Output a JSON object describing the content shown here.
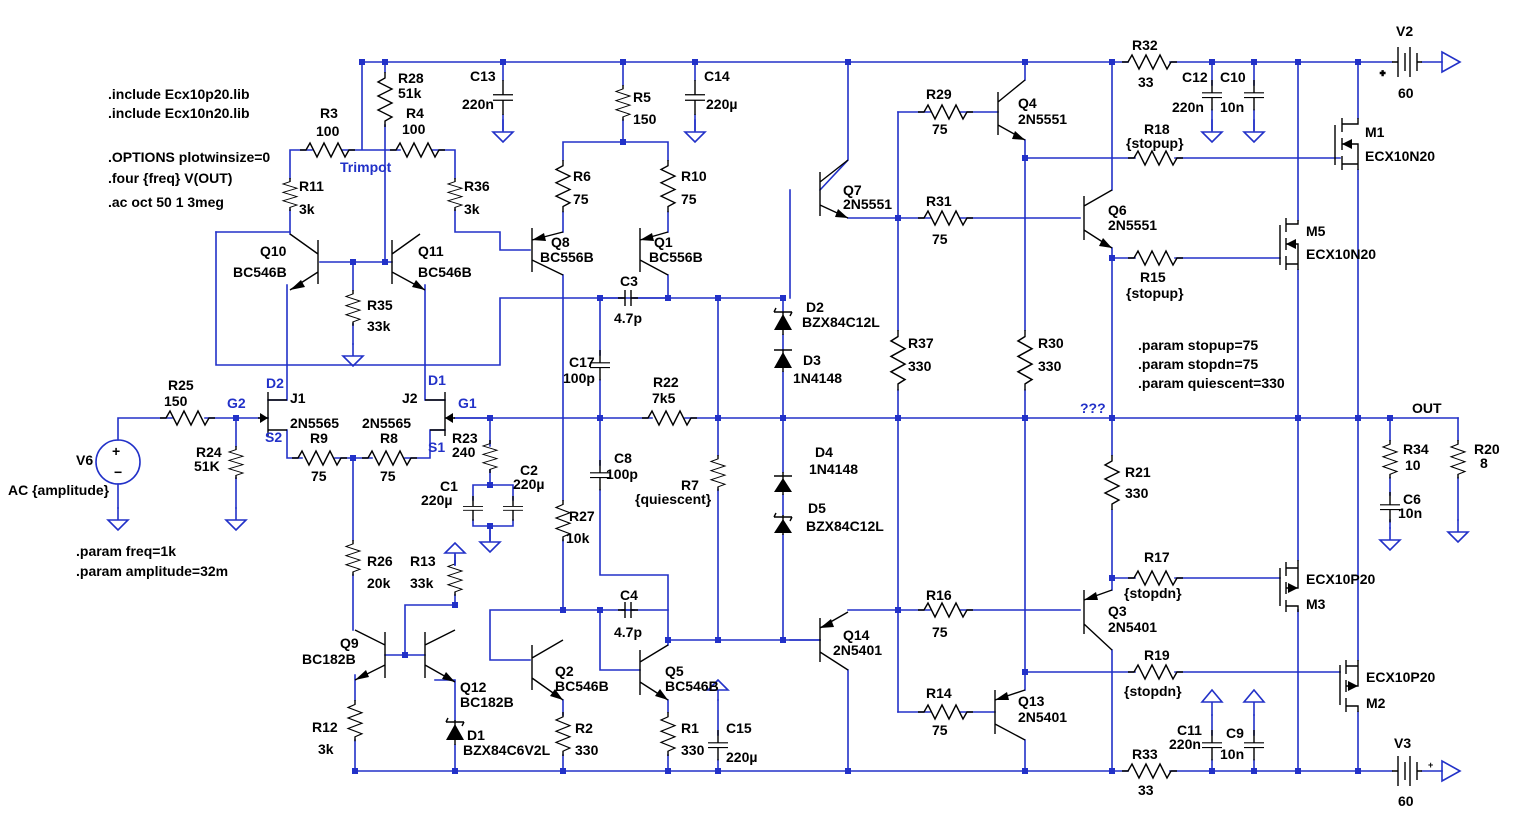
{
  "directives": {
    "include1": ".include Ecx10p20.lib",
    "include2": ".include Ecx10n20.lib",
    "options": ".OPTIONS plotwinsize=0",
    "four": ".four {freq} V(OUT)",
    "ac": ".ac oct 50 1 3meg",
    "param_freq": ".param freq=1k",
    "param_amp": ".param amplitude=32m",
    "param_stopup": ".param stopup=75",
    "param_stopdn": ".param stopdn=75",
    "param_quiescent": ".param quiescent=330"
  },
  "nets": {
    "trimpot": "Trimpot",
    "d2": "D2",
    "d1": "D1",
    "g2": "G2",
    "g1": "G1",
    "s2": "S2",
    "s1": "S1",
    "unknown": "???",
    "out": "OUT"
  },
  "components": {
    "R3": {
      "name": "R3",
      "value": "100"
    },
    "R28": {
      "name": "R28",
      "value": "51k"
    },
    "R4": {
      "name": "R4",
      "value": "100"
    },
    "R11": {
      "name": "R11",
      "value": "3k"
    },
    "R36": {
      "name": "R36",
      "value": "3k"
    },
    "R35": {
      "name": "R35",
      "value": "33k"
    },
    "Q10": {
      "name": "Q10",
      "value": "BC546B"
    },
    "Q11": {
      "name": "Q11",
      "value": "BC546B"
    },
    "C13": {
      "name": "C13",
      "value": "220n"
    },
    "C14": {
      "name": "C14",
      "value": "220µ"
    },
    "R5": {
      "name": "R5",
      "value": "150"
    },
    "R6": {
      "name": "R6",
      "value": "75"
    },
    "R10": {
      "name": "R10",
      "value": "75"
    },
    "Q8": {
      "name": "Q8",
      "value": "BC556B"
    },
    "Q1": {
      "name": "Q1",
      "value": "BC556B"
    },
    "C3": {
      "name": "C3",
      "value": "4.7p"
    },
    "C17": {
      "name": "C17",
      "value": "100p"
    },
    "R22": {
      "name": "R22",
      "value": "7k5"
    },
    "C8": {
      "name": "C8",
      "value": "100p"
    },
    "R7": {
      "name": "R7",
      "value": "{quiescent}"
    },
    "R27": {
      "name": "R27",
      "value": "10k"
    },
    "C4": {
      "name": "C4",
      "value": "4.7p"
    },
    "Q2": {
      "name": "Q2",
      "value": "BC546B"
    },
    "Q5": {
      "name": "Q5",
      "value": "BC546B"
    },
    "R2": {
      "name": "R2",
      "value": "330"
    },
    "R1": {
      "name": "R1",
      "value": "330"
    },
    "C15": {
      "name": "C15",
      "value": "220µ"
    },
    "R25": {
      "name": "R25",
      "value": "150"
    },
    "R24": {
      "name": "R24",
      "value": "51K"
    },
    "V6": {
      "name": "V6",
      "value": "AC {amplitude}"
    },
    "J1": {
      "name": "J1",
      "value": "2N5565"
    },
    "J2": {
      "name": "J2",
      "value": "2N5565"
    },
    "R9": {
      "name": "R9",
      "value": "75"
    },
    "R8": {
      "name": "R8",
      "value": "75"
    },
    "R23": {
      "name": "R23",
      "value": "240"
    },
    "C1": {
      "name": "C1",
      "value": "220µ"
    },
    "C2": {
      "name": "C2",
      "value": "220µ"
    },
    "R26": {
      "name": "R26",
      "value": "20k"
    },
    "R13": {
      "name": "R13",
      "value": "33k"
    },
    "Q9": {
      "name": "Q9",
      "value": "BC182B"
    },
    "Q12": {
      "name": "Q12",
      "value": "BC182B"
    },
    "R12": {
      "name": "R12",
      "value": "3k"
    },
    "D1": {
      "name": "D1",
      "value": "BZX84C6V2L"
    },
    "D2": {
      "name": "D2",
      "value": "BZX84C12L"
    },
    "D3": {
      "name": "D3",
      "value": "1N4148"
    },
    "D4": {
      "name": "D4",
      "value": "1N4148"
    },
    "D5": {
      "name": "D5",
      "value": "BZX84C12L"
    },
    "Q7": {
      "name": "Q7",
      "value": "2N5551"
    },
    "Q14": {
      "name": "Q14",
      "value": "2N5401"
    },
    "R29": {
      "name": "R29",
      "value": "75"
    },
    "R31": {
      "name": "R31",
      "value": "75"
    },
    "R16": {
      "name": "R16",
      "value": "75"
    },
    "R14": {
      "name": "R14",
      "value": "75"
    },
    "R37": {
      "name": "R37",
      "value": "330"
    },
    "R30": {
      "name": "R30",
      "value": "330"
    },
    "Q4": {
      "name": "Q4",
      "value": "2N5551"
    },
    "Q6": {
      "name": "Q6",
      "value": "2N5551"
    },
    "Q3": {
      "name": "Q3",
      "value": "2N5401"
    },
    "Q13": {
      "name": "Q13",
      "value": "2N5401"
    },
    "R32": {
      "name": "R32",
      "value": "33"
    },
    "R33": {
      "name": "R33",
      "value": "33"
    },
    "C12": {
      "name": "C12",
      "value": "220n"
    },
    "C10": {
      "name": "C10",
      "value": "10n"
    },
    "C11": {
      "name": "C11",
      "value": "220n"
    },
    "C9": {
      "name": "C9",
      "value": "10n"
    },
    "R18": {
      "name": "R18",
      "value": "{stopup}"
    },
    "R15": {
      "name": "R15",
      "value": "{stopup}"
    },
    "R17": {
      "name": "R17",
      "value": "{stopdn}"
    },
    "R19": {
      "name": "R19",
      "value": "{stopdn}"
    },
    "R21": {
      "name": "R21",
      "value": "330"
    },
    "M1": {
      "name": "M1",
      "value": "ECX10N20"
    },
    "M5": {
      "name": "M5",
      "value": "ECX10N20"
    },
    "M3": {
      "name": "M3",
      "value": "ECX10P20"
    },
    "M2": {
      "name": "M2",
      "value": "ECX10P20"
    },
    "V2": {
      "name": "V2",
      "value": "60"
    },
    "V3": {
      "name": "V3",
      "value": "60"
    },
    "R34": {
      "name": "R34",
      "value": "10"
    },
    "C6": {
      "name": "C6",
      "value": "10n"
    },
    "R20": {
      "name": "R20",
      "value": "8"
    }
  },
  "colors": {
    "wire": "#2231c8",
    "component": "#000000",
    "background": "#ffffff"
  }
}
